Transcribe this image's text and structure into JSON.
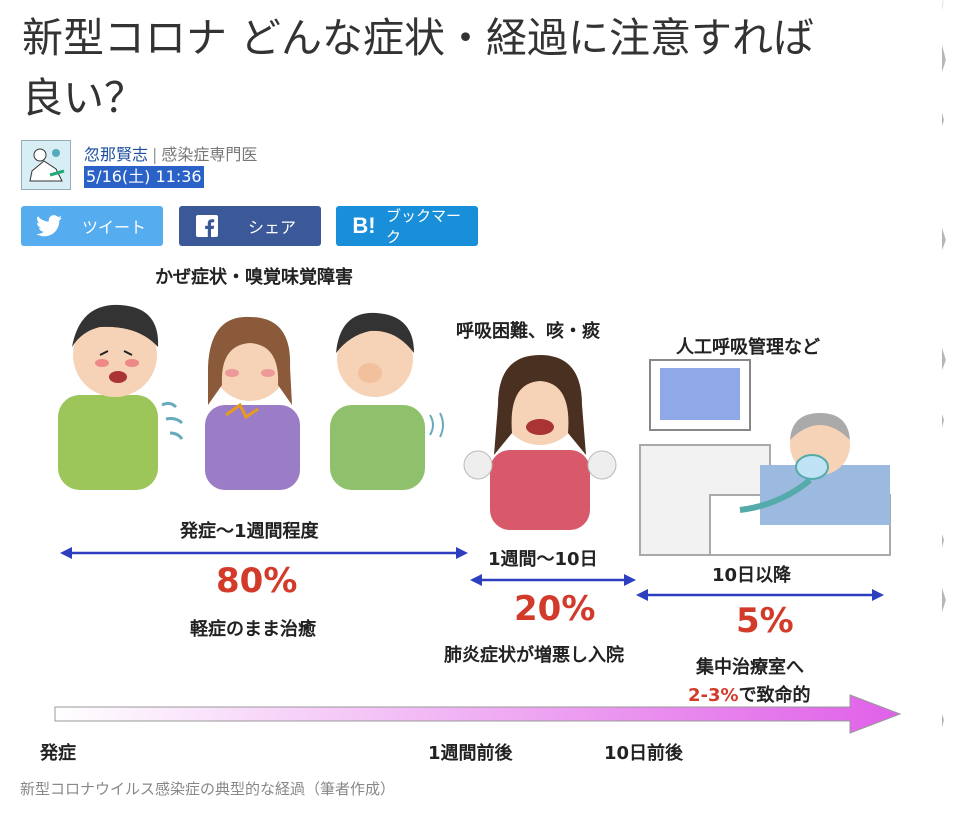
{
  "article": {
    "title_line1": "新型コロナ どんな症状・経過に注意すれば",
    "title_line2": "良い？",
    "author_name": "忽那賢志",
    "author_separator": "|",
    "author_role": "感染症専門医",
    "date": "5/16(土) 11:36"
  },
  "share": {
    "twitter_label": "ツイート",
    "facebook_label": "シェア",
    "hatena_label": "ブックマーク",
    "hatena_icon_text": "B!"
  },
  "figure": {
    "label_cold": "かぜ症状・嗅覚味覚障害",
    "label_breath": "呼吸困難、咳・痰",
    "label_ventilator": "人工呼吸管理など",
    "span1_label": "発症〜1週間程度",
    "span1_pct": "80%",
    "span1_desc": "軽症のまま治癒",
    "span2_label": "1週間〜10日",
    "span2_pct": "20%",
    "span2_desc": "肺炎症状が増悪し入院",
    "span3_label": "10日以降",
    "span3_pct": "5%",
    "span3_desc1": "集中治療室へ",
    "span3_desc2_red": "2-3%",
    "span3_desc2_rest": "で致命的",
    "time_start": "発症",
    "time_mid": "1週間前後",
    "time_end": "10日前後",
    "caption": "新型コロナウイルス感染症の典型的な経過（筆者作成）"
  },
  "colors": {
    "twitter": "#55acee",
    "facebook": "#3b5998",
    "hatena": "#1a8fd9",
    "arrow_blue": "#2d3fbf",
    "pct_red": "#d23b2a",
    "timeline_magenta": "#e060e8"
  },
  "icons": [
    "twitter-bird-icon",
    "facebook-f-icon",
    "hatena-b-icon",
    "author-avatar"
  ]
}
